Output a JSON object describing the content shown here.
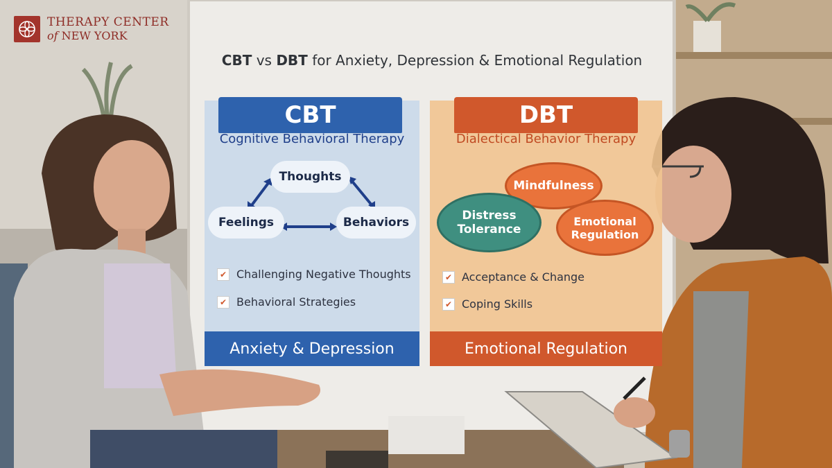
{
  "brand": {
    "line1": "THERAPY CENTER",
    "line2_of": "of",
    "line2_rest": "NEW YORK",
    "color": "#a3342c"
  },
  "headline": {
    "cbt": "CBT",
    "vs": "vs",
    "dbt": "DBT",
    "rest": "for Anxiety, Depression & Emotional Regulation"
  },
  "cbt": {
    "title": "CBT",
    "subtitle": "Cognitive Behavioral Therapy",
    "cycle": [
      "Thoughts",
      "Feelings",
      "Behaviors"
    ],
    "checks": [
      "Challenging Negative Thoughts",
      "Behavioral Strategies"
    ],
    "footer": "Anxiety & Depression",
    "accent": "#2e62ad"
  },
  "dbt": {
    "title": "DBT",
    "subtitle": "Dialectical Behavior Therapy",
    "skills": [
      "Mindfulness",
      "Distress Tolerance",
      "Emotional Regulation"
    ],
    "checks": [
      "Acceptance & Change",
      "Coping Skills"
    ],
    "footer": "Emotional Regulation",
    "accent": "#d0582c"
  }
}
